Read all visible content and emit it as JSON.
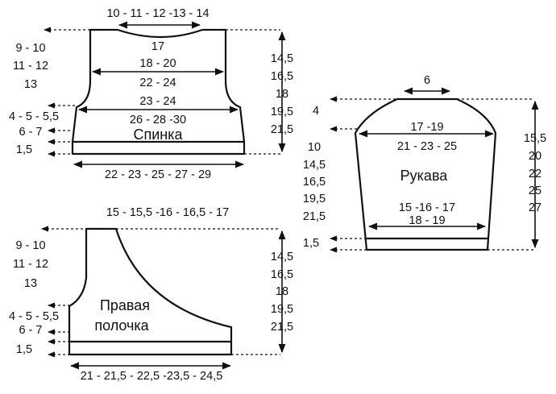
{
  "back": {
    "title": "Спинка",
    "top_width": "10 - 11 - 12 -13 - 14",
    "neck": "17",
    "w1": "18 - 20",
    "w2": "22 - 24",
    "w3": "23 - 24",
    "w4": "26 - 28  -30",
    "bottom": "22 - 23 - 25 - 27  - 29",
    "left_1": "9 - 10",
    "left_2": "11 - 12",
    "left_3": "13",
    "left_4": "4 - 5 - 5,5",
    "left_5": "6 - 7",
    "left_6": "1,5",
    "right_1": "14,5",
    "right_2": "16,5",
    "right_3": "18",
    "right_4": "19,5",
    "right_5": "21,5"
  },
  "sleeve": {
    "title": "Рукава",
    "top": "6",
    "w1": "17 -19",
    "w2": "21 - 23 - 25",
    "w3": "15 -16 - 17",
    "w4": "18 - 19",
    "left_1": "4",
    "left_2": "10",
    "left_3": "14,5",
    "left_4": "16,5",
    "left_5": "19,5",
    "left_6": "21,5",
    "left_7": "1,5",
    "right_1": "15,5",
    "right_2": "20",
    "right_3": "22",
    "right_4": "25",
    "right_5": "27"
  },
  "front": {
    "title_1": "Правая",
    "title_2": "полочка",
    "top": "15 - 15,5 -16 - 16,5 - 17",
    "bottom": "21 - 21,5 - 22,5 -23,5  - 24,5",
    "left_1": "9 - 10",
    "left_2": "11 - 12",
    "left_3": "13",
    "left_4": "4 - 5 - 5,5",
    "left_5": "6 - 7",
    "left_6": "1,5",
    "right_1": "14,5",
    "right_2": "16,5",
    "right_3": "18",
    "right_4": "19,5",
    "right_5": "21,5"
  }
}
